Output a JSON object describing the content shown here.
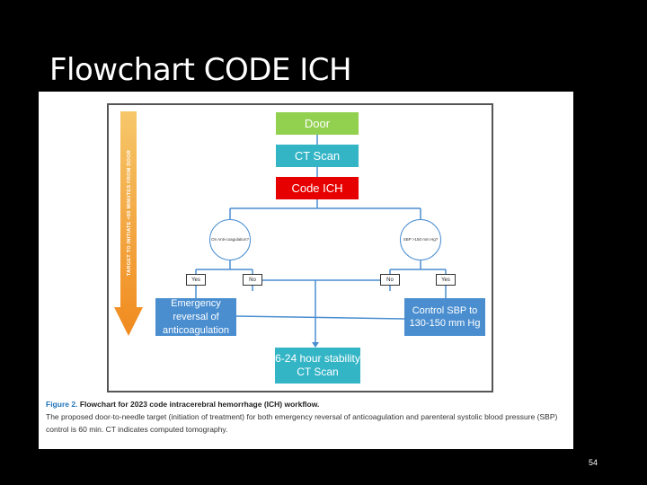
{
  "slide": {
    "title": "Flowchart CODE ICH",
    "page_number": "54"
  },
  "flowchart": {
    "side_arrow": "TARGET TO INITIATE <60 MINUTES FROM DOOR",
    "door": "Door",
    "ct_scan": "CT Scan",
    "code_ich": "Code ICH",
    "anticoag_question": "On Anti-coagulation?",
    "sbp_question": "SBP >150 mm Hg?",
    "left_yes": "Yes",
    "left_no": "No",
    "right_no": "No",
    "right_yes": "Yes",
    "emergency_reversal": "Emergency reversal of anticoagulation",
    "control_sbp": "Control SBP to 130-150 mm Hg",
    "stability": "6-24 hour stability CT Scan"
  },
  "caption": {
    "figure_label": "Figure 2.",
    "figure_title": "Flowchart for 2023 code intracerebral hemorrhage (ICH) workflow.",
    "text": "The proposed door-to-needle target (initiation of treatment) for both emergency reversal of anticoagulation and parenteral systolic blood pressure (SBP) control is 60 min. CT indicates computed tomography."
  },
  "colors": {
    "door": "#92d050",
    "ct": "#33b5c6",
    "code": "#e60000",
    "action": "#4a8ed0",
    "arrow": "#f4a13a"
  }
}
